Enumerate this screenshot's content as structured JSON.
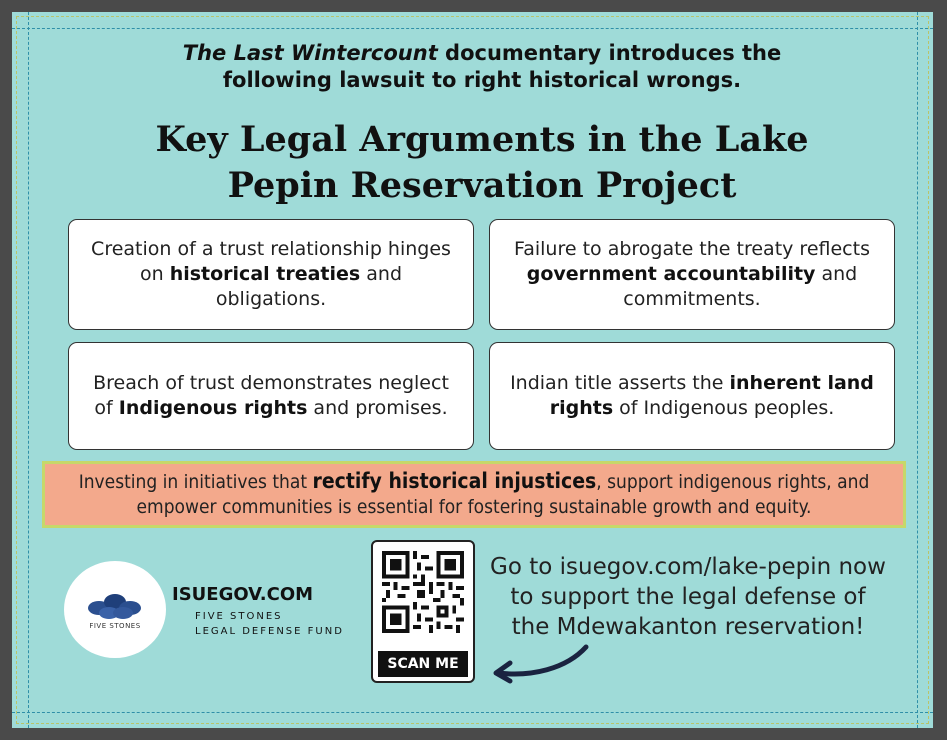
{
  "intro": {
    "italic": "The Last Wintercount",
    "line1_rest": " documentary introduces the",
    "line2": "following lawsuit to right historical wrongs."
  },
  "headline": {
    "line1": "Key Legal Arguments in the Lake",
    "line2": "Pepin Reservation Project"
  },
  "arguments": [
    {
      "before": "Creation of a trust relationship hinges on ",
      "bold": "historical treaties",
      "after": " and obligations."
    },
    {
      "before": "Failure to abrogate the treaty reflects ",
      "bold": "government accountability",
      "after": " and commitments."
    },
    {
      "before": "Breach of trust demonstrates neglect of ",
      "bold": "Indigenous rights",
      "after": " and promises."
    },
    {
      "before": "Indian title asserts the ",
      "bold": "inherent land rights",
      "after": " of Indigenous peoples."
    }
  ],
  "banner": {
    "before": "Investing in initiatives that ",
    "bold": "rectify historical injustices",
    "after": ", support indigenous rights, and empower communities is essential for fostering sustainable growth and equity."
  },
  "org": {
    "logo_caption": "FIVE STONES",
    "site": "ISUEGOV.COM",
    "fund_line1": "FIVE STONES",
    "fund_line2": "LEGAL DEFENSE FUND"
  },
  "qr": {
    "label": "SCAN ME"
  },
  "cta": {
    "text": "Go to isuegov.com/lake-pepin now to support the legal defense of the Mdewakanton reservation!"
  },
  "colors": {
    "background": "#9fdbd8",
    "banner": "#f3a98c",
    "banner_border": "#c6d86a",
    "stones": "#2b4f8f"
  },
  "icons": [
    "five-stones-logo-icon",
    "qr-code-icon",
    "curved-arrow-icon"
  ]
}
